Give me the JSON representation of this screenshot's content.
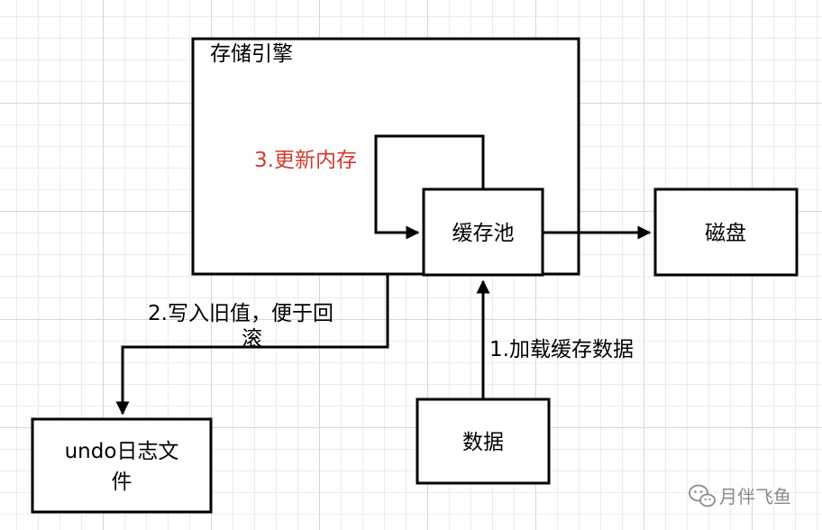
{
  "nodes": {
    "engine": "存储引擎",
    "buffer_pool": "缓存池",
    "disk": "磁盘",
    "undo_line1": "undo日志文",
    "undo_line2": "件",
    "data": "数据"
  },
  "edges": {
    "update_memory": "3.更新内存",
    "write_old_line1": "2.写入旧值，便于回",
    "write_old_line2": "滚",
    "load_cache": "1.加载缓存数据"
  },
  "watermark": {
    "text": "月伴飞鱼",
    "icon": "wechat-icon"
  },
  "colors": {
    "accent_red": "#d33a2c",
    "stroke": "#000000"
  }
}
